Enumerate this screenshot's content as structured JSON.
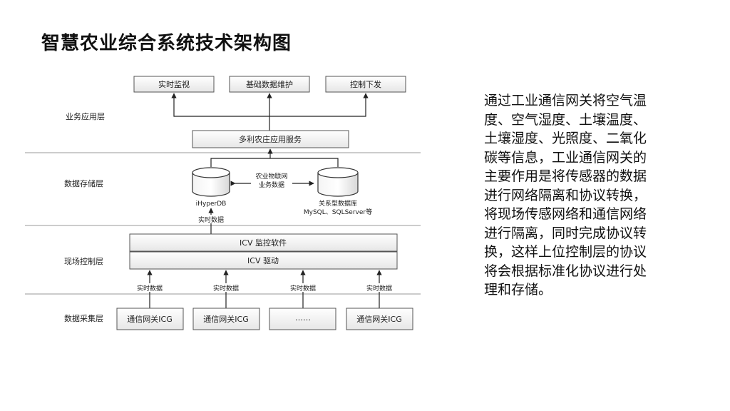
{
  "title": "智慧农业综合系统技术架构图",
  "layers": {
    "app": "业务应用层",
    "storage": "数据存储层",
    "control": "现场控制层",
    "collect": "数据采集层"
  },
  "app_boxes": [
    "实时监视",
    "基础数据维护",
    "控制下发"
  ],
  "app_service": "多利农庄应用服务",
  "db_left": {
    "name": "iHyperDB"
  },
  "db_right": {
    "line1": "关系型数据库",
    "line2": "MySQL、SQLServer等"
  },
  "link_label": {
    "line1": "农业物联网",
    "line2": "业务数据"
  },
  "realtime_label": "实时数据",
  "icv_monitor": "ICV 监控软件",
  "icv_driver": "ICV 驱动",
  "gateways": [
    "通信网关ICG",
    "通信网关ICG",
    "……",
    "通信网关ICG"
  ],
  "description": "通过工业通信网关将空气温度、空气湿度、土壤温度、土壤湿度、光照度、二氧化碳等信息，工业通信网关的主要作用是将传感器的数据进行网络隔离和协议转换，将现场传感网络和通信网络进行隔离，同时完成协议转换，这样上位控制层的协议将会根据标准化协议进行处理和存储。"
}
